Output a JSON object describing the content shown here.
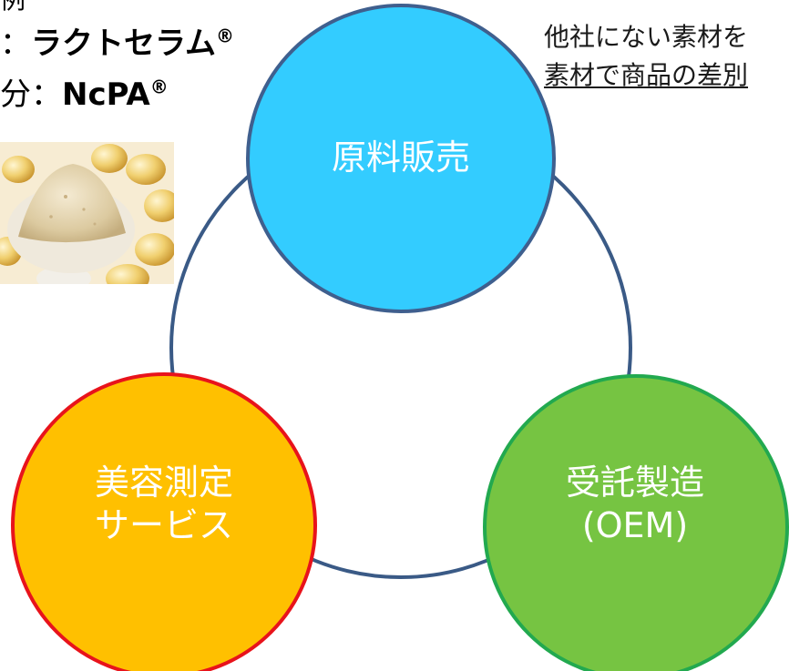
{
  "left_panel": {
    "line1": "例",
    "line2_prefix": "：",
    "line2_name": "ラクトセラム",
    "line2_mark": "®",
    "line3_prefix": "分：",
    "line3_name": "NcPA",
    "line3_mark": "®"
  },
  "diagram": {
    "nodes": [
      {
        "key": "raw",
        "label": "原料販売",
        "fill": "#33ccff",
        "stroke": "#3f5f8e"
      },
      {
        "key": "beauty",
        "label_lines": [
          "美容測定",
          "サービス"
        ],
        "fill": "#ffc000",
        "stroke": "#e8131b"
      },
      {
        "key": "oem",
        "label_lines": [
          "受託製造",
          "(OEM)"
        ],
        "fill": "#76c442",
        "stroke": "#22a94f"
      }
    ],
    "ring_color": "#3a5a86"
  },
  "note": {
    "line1": "他社にない素材を",
    "line2": "素材で商品の差別"
  }
}
